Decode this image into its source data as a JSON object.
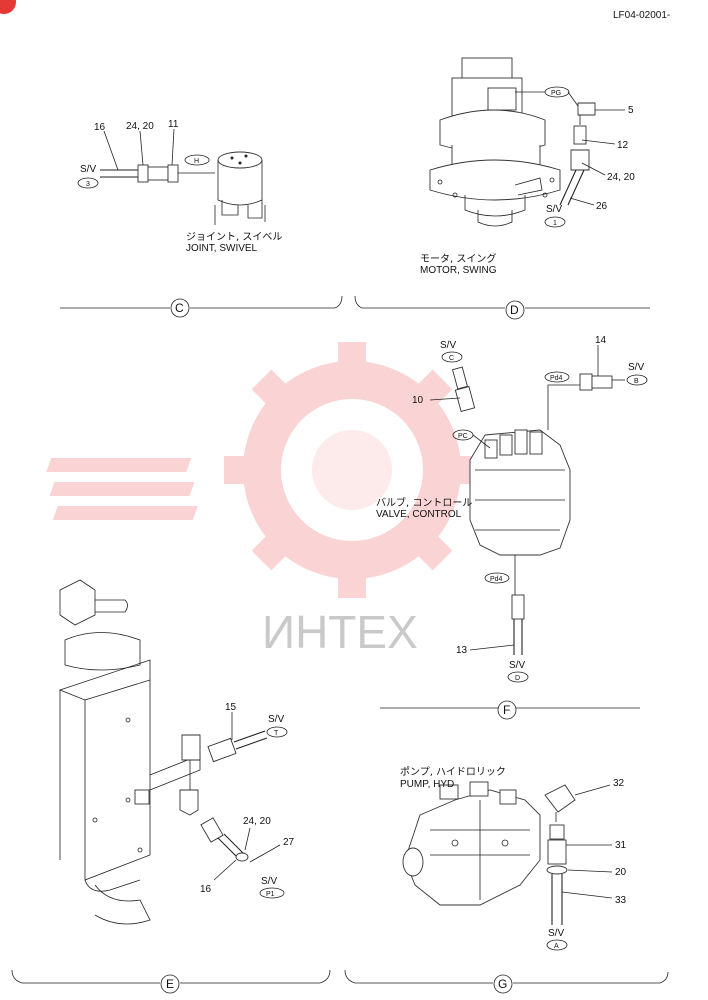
{
  "header": {
    "doc_code": "LF04-02001-"
  },
  "watermark": {
    "text": "ИНТЕХ",
    "color": "#f4a9a9"
  },
  "sections": {
    "C": {
      "letter": "C",
      "name_jp": "ジョイント, スイベル",
      "name_en": "JOINT, SWIVEL",
      "callouts": {
        "c16": "16",
        "c2420": "24, 20",
        "c11": "11"
      },
      "tags": {
        "h": "H",
        "sv": "S/V",
        "sv_num": "3"
      }
    },
    "D": {
      "letter": "D",
      "name_jp": "モータ, スイング",
      "name_en": "MOTOR, SWING",
      "callouts": {
        "c5": "5",
        "c12": "12",
        "c2420": "24, 20",
        "c26": "26"
      },
      "tags": {
        "pg": "PG",
        "sv": "S/V",
        "sv_num": "1"
      }
    },
    "F": {
      "letter": "F",
      "name_jp": "バルブ, コントロール",
      "name_en": "VALVE, CONTROL",
      "callouts": {
        "c10": "10",
        "c14": "14",
        "c13": "13"
      },
      "tags": {
        "sv_top": "S/V",
        "sv_top_code": "C",
        "sv_right": "S/V",
        "sv_right_code": "B",
        "pd4_top": "Pd4",
        "pc": "PC",
        "pd4_bottom": "Pd4",
        "sv_bottom": "S/V",
        "sv_bottom_code": "D"
      }
    },
    "E": {
      "letter": "E",
      "callouts": {
        "c15": "15",
        "c2420": "24, 20",
        "c27": "27",
        "c16": "16"
      },
      "tags": {
        "sv_t": "S/V",
        "sv_t_code": "T",
        "sv_p1": "S/V",
        "sv_p1_code": "P1"
      }
    },
    "G": {
      "letter": "G",
      "name_jp": "ポンプ, ハイドロリック",
      "name_en": "PUMP, HYD",
      "callouts": {
        "c32": "32",
        "c31": "31",
        "c20": "20",
        "c33": "33"
      },
      "tags": {
        "sv": "S/V",
        "sv_code": "A"
      }
    }
  }
}
